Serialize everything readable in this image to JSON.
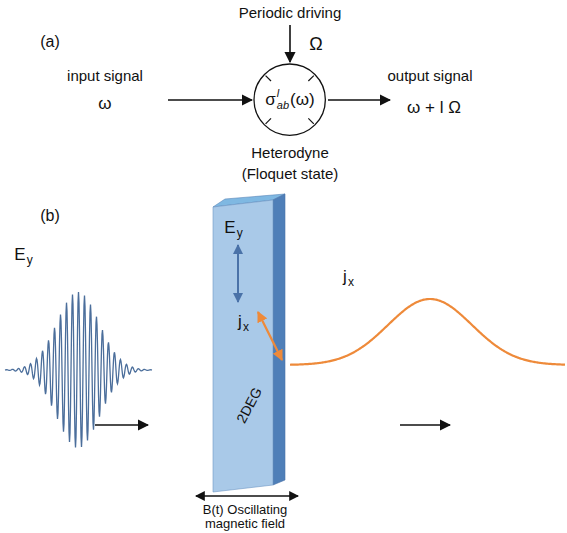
{
  "diagram": {
    "nodes": [
      {
        "text": [
          "σ",
          "l",
          "ab",
          "(ω)"
        ]
      },
      {
        "text": [
          "E",
          "y",
          "j",
          "x",
          "2DEG"
        ]
      }
    ],
    "labels": [
      "(a)",
      "Periodic driving",
      "Ω",
      "input signal",
      "ω",
      "output signal",
      "ω + l Ω",
      "Heterodyne",
      "(Floquet state)",
      "(b)",
      "E",
      "y",
      "j",
      "x",
      "B(t) Oscillating magnetic field"
    ]
  }
}
